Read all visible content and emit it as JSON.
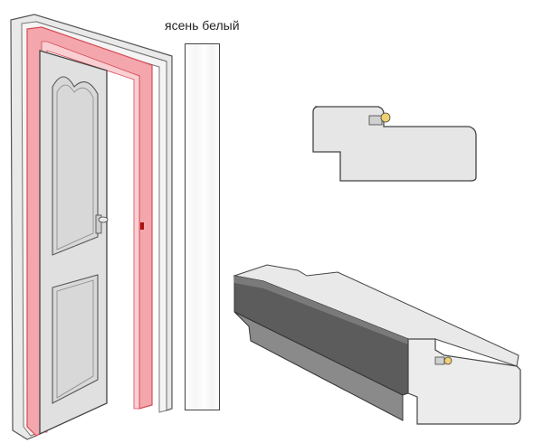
{
  "swatch": {
    "label": "ясень белый",
    "color": "#f7f7f7"
  },
  "colors": {
    "frame": "#e6e6e6",
    "frame_highlight": "#f08c94",
    "door_leaf": "#e2e2e2",
    "profile_light": "#e8e8e8",
    "profile_dark": "#5a5a5a",
    "outline": "#555555"
  },
  "icons": {
    "door": "door-with-frame-illustration",
    "profile_section": "frame-profile-cross-section",
    "profile_3d": "frame-profile-3d"
  }
}
